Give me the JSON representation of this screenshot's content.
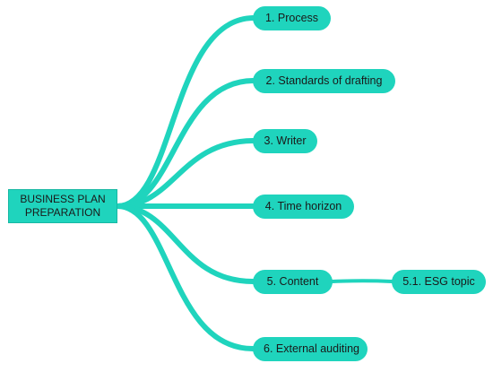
{
  "diagram": {
    "type": "mind-map",
    "root": {
      "line1": "BUSINESS PLAN",
      "line2": "PREPARATION"
    },
    "branches": [
      {
        "label": "1. Process"
      },
      {
        "label": "2. Standards of drafting"
      },
      {
        "label": "3. Writer"
      },
      {
        "label": "4. Time horizon"
      },
      {
        "label": "5. Content",
        "children": [
          {
            "label": "5.1. ESG topic"
          }
        ]
      },
      {
        "label": "6. External auditing"
      }
    ],
    "colors": {
      "node_fill": "#1fd4bd",
      "link": "#1fd4bd",
      "text": "#1a1a1a",
      "background": "#ffffff"
    }
  }
}
